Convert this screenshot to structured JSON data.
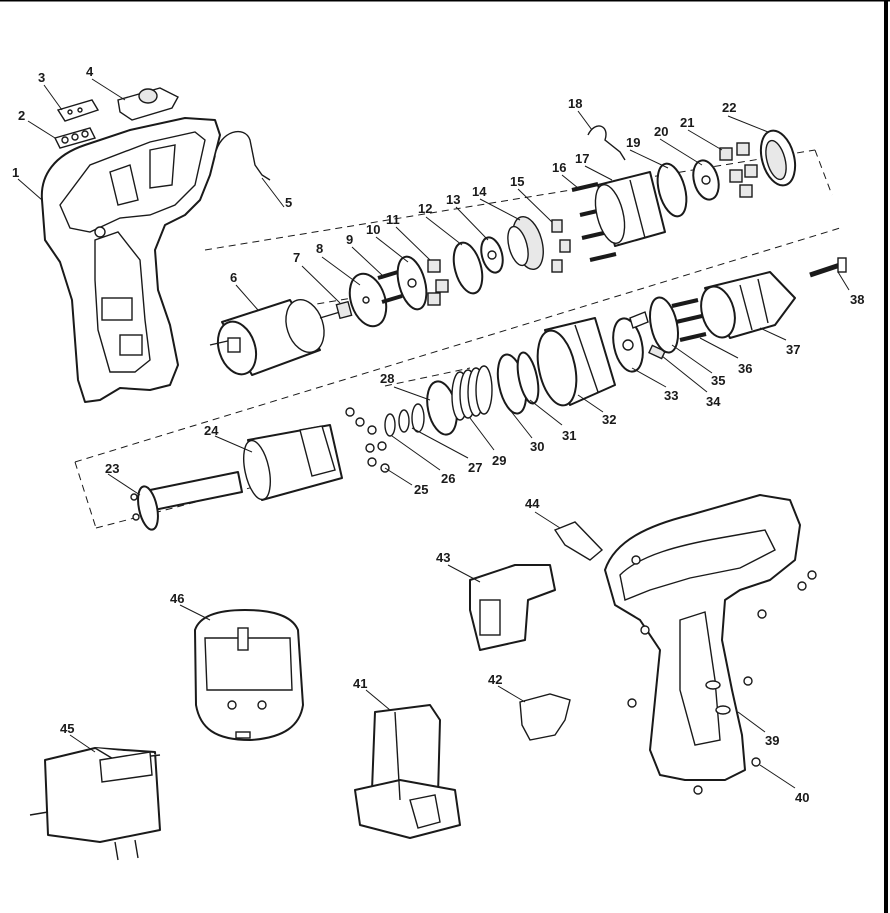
{
  "diagram": {
    "type": "exploded-parts-view",
    "part_labels": [
      "1",
      "2",
      "3",
      "4",
      "5",
      "6",
      "7",
      "8",
      "9",
      "10",
      "11",
      "12",
      "13",
      "14",
      "15",
      "16",
      "17",
      "18",
      "19",
      "20",
      "21",
      "22",
      "23",
      "24",
      "25",
      "26",
      "27",
      "28",
      "29",
      "30",
      "31",
      "32",
      "33",
      "34",
      "35",
      "36",
      "37",
      "38",
      "39",
      "40",
      "41",
      "42",
      "43",
      "44",
      "45",
      "46"
    ]
  }
}
